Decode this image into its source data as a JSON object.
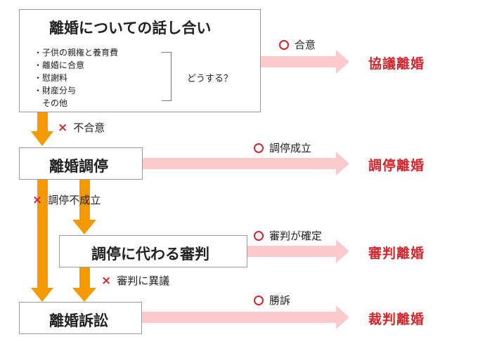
{
  "boxes": {
    "discussion": {
      "title": "離婚についての話し合い",
      "items": [
        "・子供の親権と養育費",
        "・離婚に合意",
        "・慰謝料",
        "・財産分与",
        "　その他"
      ],
      "question": "どうする？"
    },
    "mediation": {
      "title": "離婚調停"
    },
    "judgment": {
      "title": "調停に代わる審判"
    },
    "lawsuit": {
      "title": "離婚訴訟"
    }
  },
  "branches": {
    "agreed": "合意",
    "not_agreed": "不合意",
    "mediation_ok": "調停成立",
    "mediation_failed": "調停不成立",
    "judgment_final": "審判が確定",
    "judgment_objection": "審判に異議",
    "won": "勝訴"
  },
  "results": {
    "kyogi": "協議離婚",
    "chotei": "調停離婚",
    "shinpan": "審判離婚",
    "saiban": "裁判離婚"
  },
  "colors": {
    "orange_arrow": "#f39a00",
    "pink_arrow": "#fcc9cd",
    "red": "#d2262d"
  }
}
